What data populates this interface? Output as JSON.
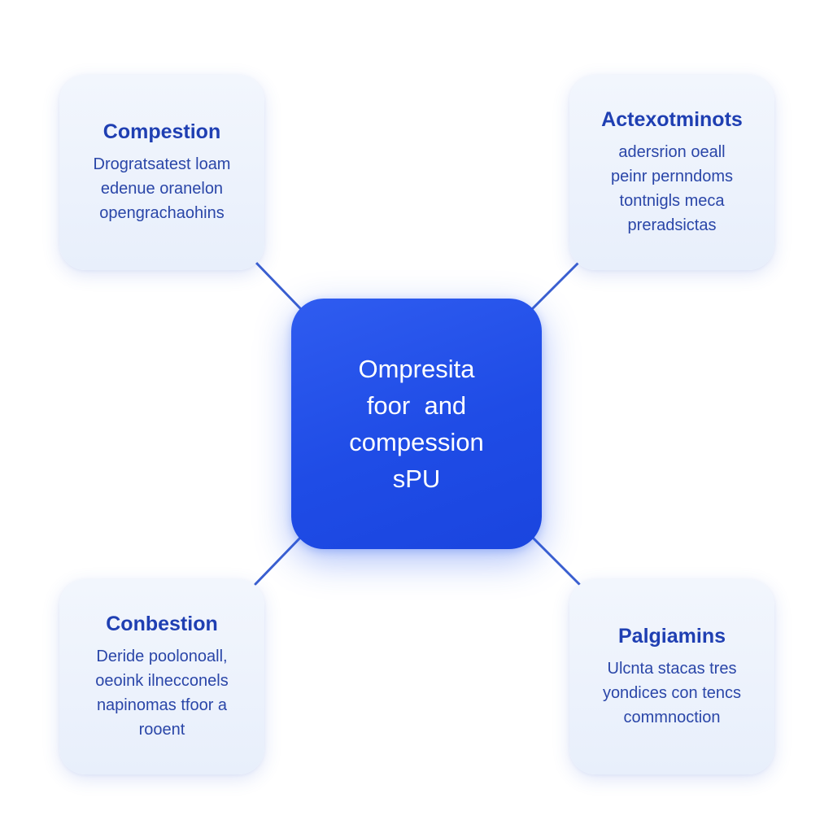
{
  "center": {
    "lines": [
      "Ompresita",
      "foor  and",
      "compession",
      "sPU"
    ]
  },
  "nodes": [
    {
      "title": "Compestion",
      "lines": [
        "Drogratsatest loam",
        "edenue oranelon",
        "opengrachaohins"
      ]
    },
    {
      "title": "Actexotminots",
      "lines": [
        "adersrion oeall",
        "peinr pernndoms",
        "tontnigls meca",
        "preradsictas"
      ]
    },
    {
      "title": "Conbestion",
      "lines": [
        "Deride poolonoall,",
        "oeoink ilnecconels",
        "napinomas tfoor a",
        "rooent"
      ]
    },
    {
      "title": "Palgiamins",
      "lines": [
        "Ulcnta stacas tres",
        "yondices con tencs",
        "commnoction"
      ]
    }
  ],
  "colors": {
    "accent": "#1f4ce6",
    "connector": "#3a5fd0",
    "card_text": "#1f3fb2"
  }
}
